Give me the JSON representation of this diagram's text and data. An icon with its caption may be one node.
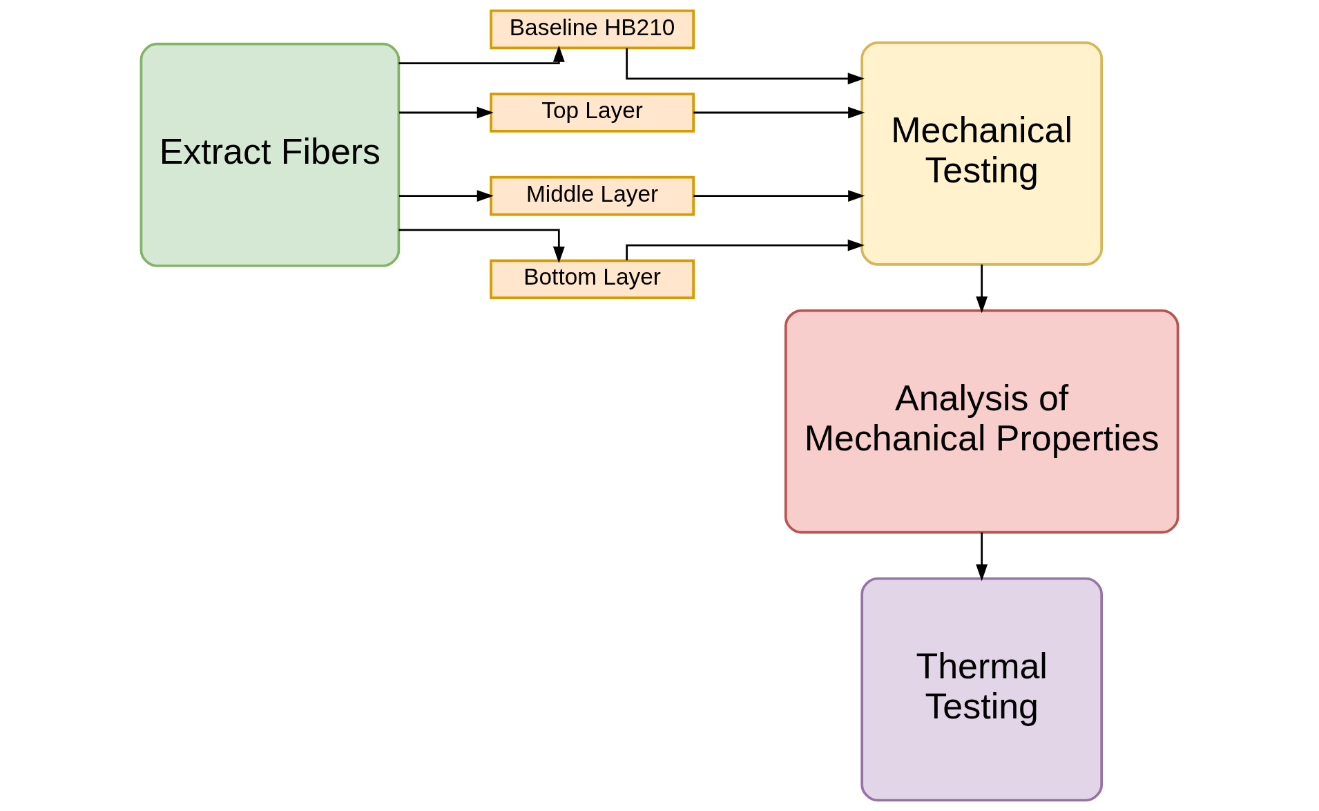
{
  "diagram": {
    "nodes": [
      {
        "text": [
          "Extract Fibers"
        ]
      },
      {
        "text": [
          "Baseline HB210"
        ]
      },
      {
        "text": [
          "Top Layer"
        ]
      },
      {
        "text": [
          "Middle Layer"
        ]
      },
      {
        "text": [
          "Bottom Layer"
        ]
      },
      {
        "text": [
          "Mechanical Testing"
        ]
      },
      {
        "text": [
          "Analysis of Mechanical Properties"
        ]
      },
      {
        "text": [
          "Thermal Testing"
        ]
      }
    ],
    "edges": [
      {
        "from": 0,
        "to": 1,
        "arrow": "to"
      },
      {
        "from": 0,
        "to": 2,
        "arrow": "to"
      },
      {
        "from": 0,
        "to": 3,
        "arrow": "to"
      },
      {
        "from": 0,
        "to": 4,
        "arrow": "to"
      },
      {
        "from": 1,
        "to": 5,
        "arrow": "to"
      },
      {
        "from": 2,
        "to": 5,
        "arrow": "to"
      },
      {
        "from": 3,
        "to": 5,
        "arrow": "to"
      },
      {
        "from": 4,
        "to": 5,
        "arrow": "to"
      },
      {
        "from": 5,
        "to": 6,
        "arrow": "to"
      },
      {
        "from": 6,
        "to": 7,
        "arrow": "to"
      }
    ]
  }
}
